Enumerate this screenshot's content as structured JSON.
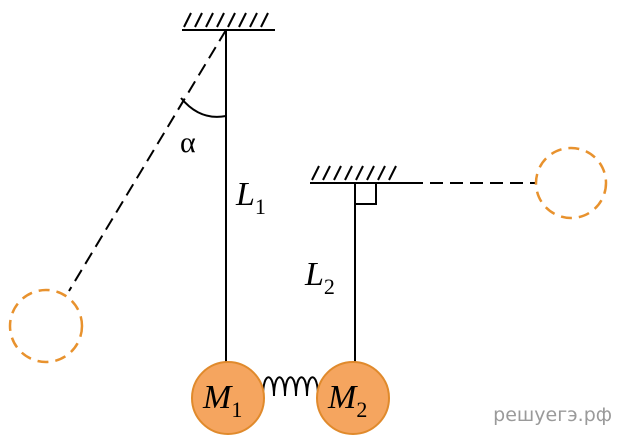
{
  "diagram": {
    "angle_label": "α",
    "length1": {
      "main": "L",
      "sub": "1"
    },
    "length2": {
      "main": "L",
      "sub": "2"
    },
    "mass1": {
      "main": "M",
      "sub": "1"
    },
    "mass2": {
      "main": "M",
      "sub": "2"
    }
  },
  "watermark": "решуегэ.рф",
  "colors": {
    "mass_fill": "#f5a55f",
    "mass_stroke": "#e08a2c",
    "ghost_stroke": "#e8922e",
    "line": "#000000"
  }
}
